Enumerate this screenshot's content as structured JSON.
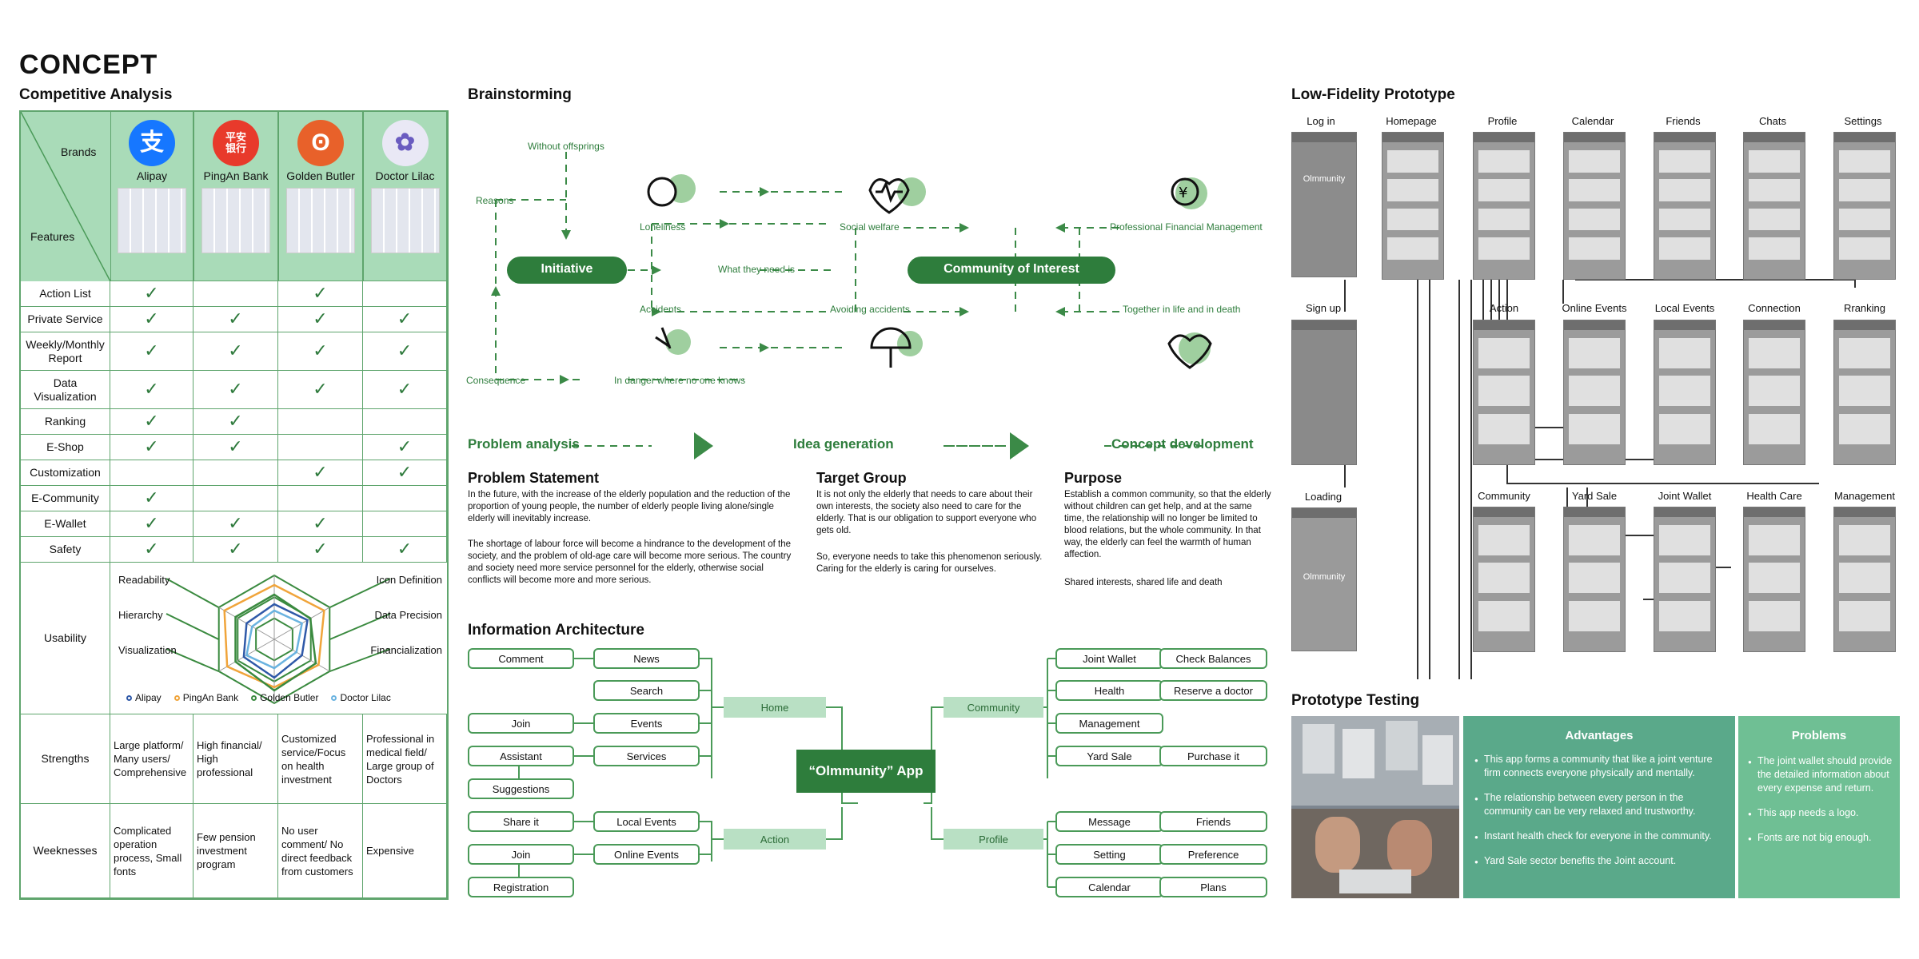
{
  "title": "CONCEPT",
  "competitive": {
    "heading": "Competitive Analysis",
    "brands_label": "Brands",
    "features_label": "Features",
    "brands": [
      {
        "name": "Alipay",
        "color": "#1677ff",
        "glyph": "支"
      },
      {
        "name": "PingAn Bank",
        "color": "#e83a2b",
        "glyph": "平安\n银行"
      },
      {
        "name": "Golden Butler",
        "color": "#e8612a",
        "glyph": "ʘ"
      },
      {
        "name": "Doctor Lilac",
        "color": "#e9e8f5",
        "glyph": "✿"
      }
    ],
    "features": [
      "Action List",
      "Private Service",
      "Weekly/Monthly Report",
      "Data Visualization",
      "Ranking",
      "E-Shop",
      "Customization",
      "E-Community",
      "E-Wallet",
      "Safety"
    ],
    "checks": [
      [
        1,
        0,
        1,
        0
      ],
      [
        1,
        1,
        1,
        1
      ],
      [
        1,
        1,
        1,
        1
      ],
      [
        1,
        1,
        1,
        1
      ],
      [
        1,
        1,
        0,
        0
      ],
      [
        1,
        1,
        0,
        1
      ],
      [
        0,
        0,
        1,
        1
      ],
      [
        1,
        0,
        0,
        0
      ],
      [
        1,
        1,
        1,
        0
      ],
      [
        1,
        1,
        1,
        1
      ]
    ],
    "usability_label": "Usability",
    "radar_labels": [
      "Readability",
      "Icon Definition",
      "Hierarchy",
      "Data Precision",
      "Visualization",
      "Financialization"
    ],
    "legend": [
      {
        "name": "Alipay",
        "color": "#2f59a8"
      },
      {
        "name": "PingAn Bank",
        "color": "#f0a43a"
      },
      {
        "name": "Golden Butler",
        "color": "#3a8a3f"
      },
      {
        "name": "Doctor Lilac",
        "color": "#6ab3e0"
      }
    ],
    "strengths_label": "Strengths",
    "strengths": [
      "Large platform/ Many users/ Comprehensive",
      "High financial/ High professional",
      "Customized service/Focus on health investment",
      "Professional in medical field/ Large group of Doctors"
    ],
    "weaknesses_label": "Weeknesses",
    "weaknesses": [
      "Complicated operation process, Small fonts",
      "Few pension investment program",
      "No user comment/ No direct feedback from customers",
      "Expensive"
    ]
  },
  "brainstorm": {
    "heading": "Brainstorming",
    "without_offsprings": "Without offsprings",
    "reasons": "Reasons",
    "loneliness": "Loneliness",
    "initiative": "Initiative",
    "accidents": "Accidents",
    "what_they_need": "What they need is",
    "social_welfare": "Social welfare",
    "avoiding_accidents": "Avoiding accidents",
    "community": "Community of Interest",
    "pfm": "Professional Financial Management",
    "together": "Together in life and in death",
    "consequence": "Consequence",
    "danger": "In danger where no one knows",
    "flow": [
      "Problem analysis",
      "Idea generation",
      "Concept development"
    ]
  },
  "statements": {
    "problem_title": "Problem Statement",
    "problem_p1": "In the future, with the increase of the elderly population and the reduction of the proportion of young people, the number of elderly people living alone/single elderly will inevitably increase.",
    "problem_p2": "The shortage of labour force will become a hindrance to the development of the society, and the problem of old-age care will become more serious. The country and society need more service personnel for the elderly, otherwise social conflicts will become more and more serious.",
    "target_title": "Target Group",
    "target_p1": "It is not only the elderly that needs to care about their own interests, the society also need to care for the elderly. That is our obligation to support everyone who gets old.",
    "target_p2": "So, everyone needs to take this phenomenon seriously. Caring for the elderly is caring for ourselves.",
    "purpose_title": "Purpose",
    "purpose_p1": "Establish a common community, so that the elderly without children can get help, and at the same time, the relationship will no longer be limited to blood relations, but the whole community. In that way, the elderly can feel the warmth of human affection.",
    "purpose_p2": "Shared interests, shared life and death"
  },
  "ia": {
    "heading": "Information Architecture",
    "center": "“Olmmunity” App",
    "left_leaves": [
      "Comment",
      "Join",
      "Assistant",
      "Suggestions",
      "Share it",
      "Join",
      "Registration"
    ],
    "left_mids": [
      "News",
      "Search",
      "Events",
      "Services",
      "Local Events",
      "Online Events"
    ],
    "left_groups": [
      "Home",
      "Action"
    ],
    "right_groups": [
      "Community",
      "Profile"
    ],
    "right_mids": [
      "Joint Wallet",
      "Health",
      "Management",
      "Yard Sale",
      "Message",
      "Setting",
      "Calendar"
    ],
    "right_leaves": [
      "Check Balances",
      "Reserve a doctor",
      "Purchase it",
      "Friends",
      "Preference",
      "Plans"
    ]
  },
  "lofi": {
    "heading": "Low-Fidelity Prototype",
    "row1": [
      "Log in",
      "Homepage",
      "Profile",
      "Calendar",
      "Friends",
      "Chats",
      "Settings"
    ],
    "signup": "Sign up",
    "loading": "Loading",
    "row2": [
      "Action",
      "Online Events",
      "Local Events",
      "Connection",
      "Rranking"
    ],
    "row3": [
      "Community",
      "Yard Sale",
      "Joint Wallet",
      "Health Care",
      "Management"
    ],
    "app_name": "Olmmunity"
  },
  "testing": {
    "heading": "Prototype Testing",
    "adv_title": "Advantages",
    "advantages": [
      "This app forms a community that like a joint venture firm connects everyone physically and mentally.",
      "The relationship between every person in the community can be very relaxed and trustworthy.",
      "Instant health check for everyone in the community.",
      "Yard Sale sector benefits the Joint account."
    ],
    "prob_title": "Problems",
    "problems": [
      "The joint wallet should provide the detailed information about every expense and return.",
      "This app needs a logo.",
      "Fonts are not big enough."
    ]
  },
  "colors": {
    "green": "#2e7d3c",
    "light_green": "#b9e0c4",
    "table_head": "#a9dbb8",
    "teal_dark": "#5aa98a",
    "teal_light": "#6fbf94"
  }
}
